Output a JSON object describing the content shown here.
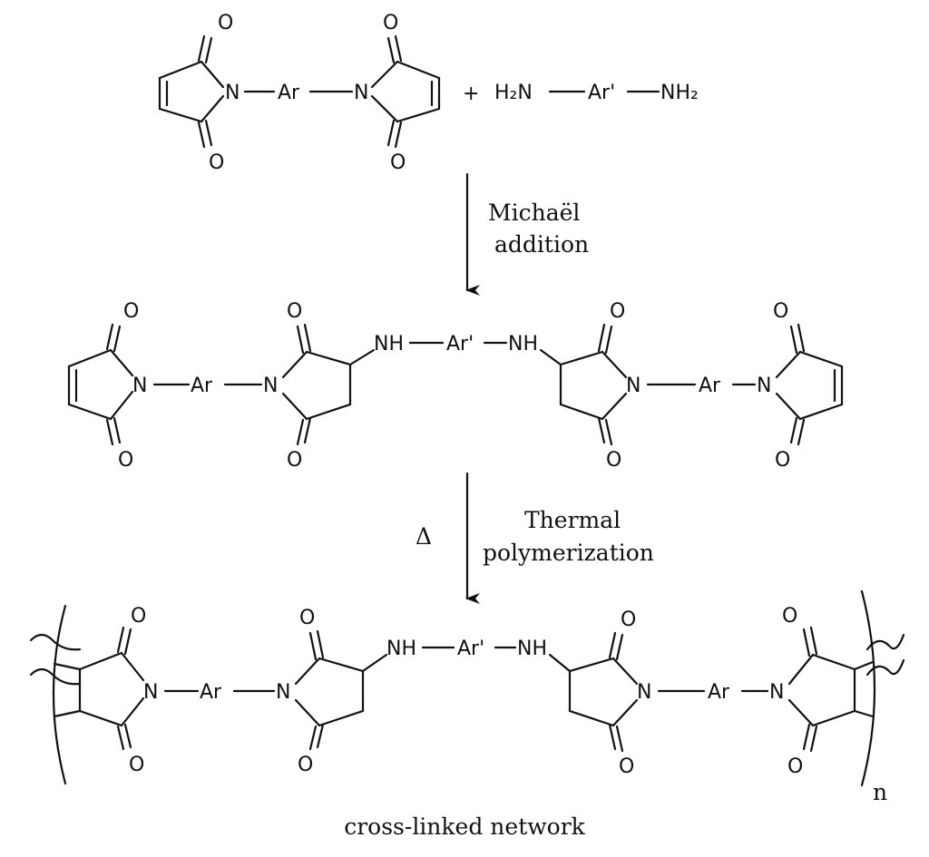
{
  "reactants": {
    "bismaleimide": {
      "atoms": {
        "oxygen": "O",
        "nitrogen": "N",
        "aryl": "Ar"
      }
    },
    "plus": "+",
    "diamine": {
      "amine_left": "H₂N",
      "aryl": "Ar'",
      "amine_right": "NH₂"
    }
  },
  "step1": {
    "label_line1": "Michaël",
    "label_line2": "addition"
  },
  "adduct": {
    "amine": "NH",
    "aryl_prime": "Ar'"
  },
  "step2": {
    "symbol": "Δ",
    "label_line1": "Thermal",
    "label_line2": "polymerization"
  },
  "polymer": {
    "repeat": "n",
    "caption": "cross-linked network"
  }
}
